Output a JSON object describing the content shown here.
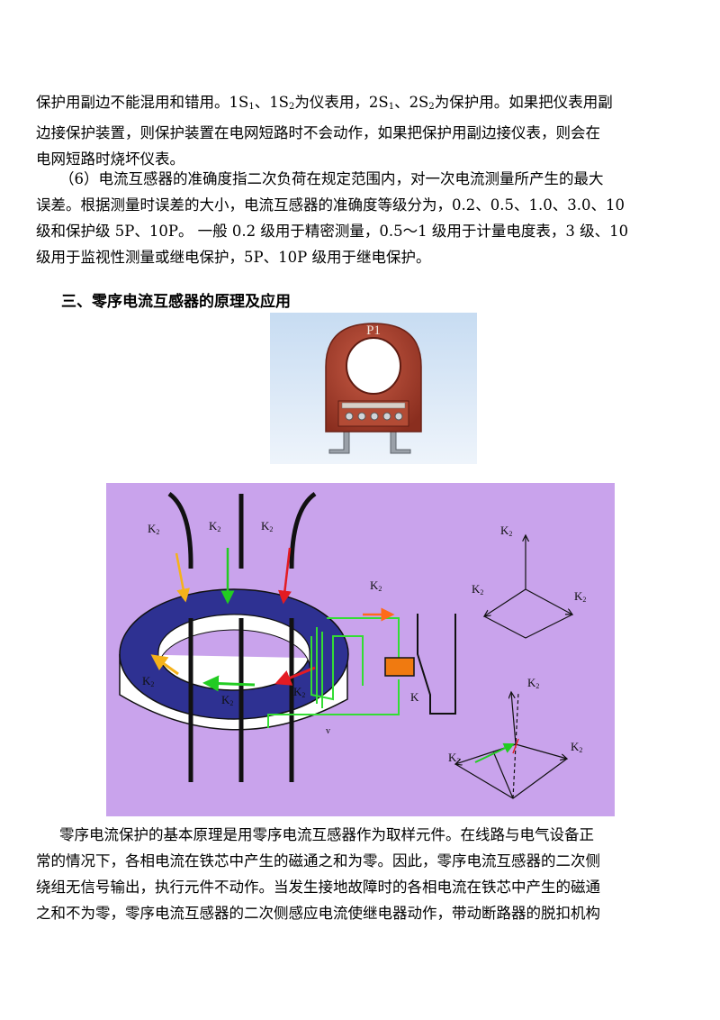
{
  "paragraph1": {
    "line1_prefix": "保护用副边不能混用和错用。",
    "s1": "1S",
    "s1_sub": "1",
    "sep1": "、",
    "s2": "1S",
    "s2_sub": "2",
    "mid": "为仪表用，",
    "s3": "2S",
    "s3_sub": "1",
    "sep2": "、",
    "s4": "2S",
    "s4_sub": "2",
    "line1_suffix": "为保护用。如果把仪表用副",
    "line2": "边接保护装置，则保护装置在电网短路时不会动作，如果把保护用副边接仪表，则会在",
    "line3": "电网短路时烧坏仪表。"
  },
  "paragraph2": {
    "line1": "（6）电流互感器的准确度指二次负荷在规定范围内，对一次电流测量所产生的最大",
    "line2": "误差。根据测量时误差的大小，电流互感器的准确度等级分为，0.2、0.5、1.0、3.0、10",
    "line3": "级和保护级 5P、10P。  一般 0.2 级用于精密测量，0.5～1 级用于计量电度表，3 级、10",
    "line4": "级用于监视性测量或继电保护，5P、10P 级用于继电保护。"
  },
  "section_heading": "三、零序电流互感器的原理及应用",
  "photo": {
    "label": "P1"
  },
  "diagram": {
    "k_letter": "K",
    "k_sub": "2",
    "relay_label": "K",
    "small_mark": "v",
    "colors": {
      "background": "#c9a3ec",
      "core": "#2e3192",
      "arrow_yellow": "#f5b21a",
      "arrow_green": "#22cc22",
      "arrow_red": "#e31b23",
      "coil": "#33dd33",
      "relay": "#f07a10",
      "arrow_orange": "#ff6a1a"
    }
  },
  "paragraph3": {
    "line1": "零序电流保护的基本原理是用零序电流互感器作为取样元件。在线路与电气设备正",
    "line2": "常的情况下，各相电流在铁芯中产生的磁通之和为零。因此，零序电流互感器的二次侧",
    "line3": "绕组无信号输出，执行元件不动作。当发生接地故障时的各相电流在铁芯中产生的磁通",
    "line4": "之和不为零，零序电流互感器的二次侧感应电流使继电器动作，带动断路器的脱扣机构"
  }
}
